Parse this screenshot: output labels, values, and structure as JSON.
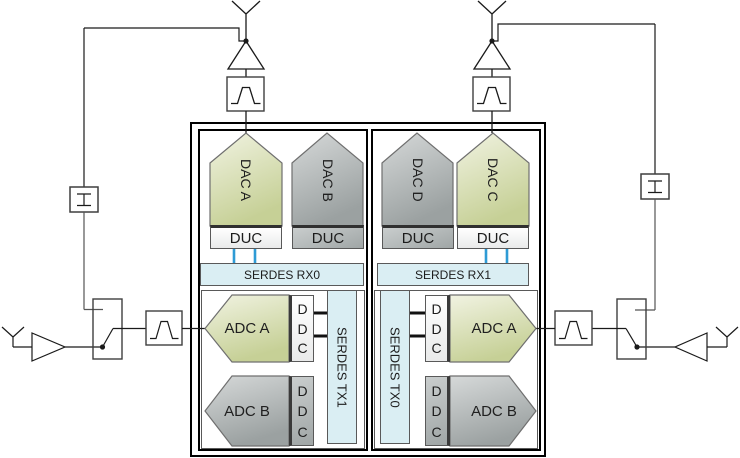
{
  "chip": {
    "left_half": {
      "dac_outer": "DAC A",
      "dac_inner": "DAC B",
      "duc": "DUC",
      "serdes_rx": "SERDES RX0",
      "serdes_tx": "SERDES TX1",
      "adc_top": "ADC A",
      "adc_bottom": "ADC B",
      "ddc": [
        "D",
        "D",
        "C"
      ]
    },
    "right_half": {
      "dac_inner": "DAC D",
      "dac_outer": "DAC C",
      "duc": "DUC",
      "serdes_rx": "SERDES RX1",
      "serdes_tx": "SERDES TX0",
      "adc_top": "ADC A",
      "adc_bottom": "ADC B",
      "ddc": [
        "D",
        "D",
        "C"
      ]
    }
  },
  "icons": {
    "antenna": "Y-mast",
    "amplifier": "triangle",
    "bandpass_filter": "trapezoid-response-in-box",
    "dc_block": "I-symbol-in-box",
    "switch": "spdt-box-with-pivot-dot"
  },
  "colors": {
    "converter_green": "#c8d29a",
    "converter_gray": "#a0a6a6",
    "serdes_blue": "#daeef3",
    "connector_blue": "#2e9bd5",
    "wire": "#1a1a1a"
  }
}
